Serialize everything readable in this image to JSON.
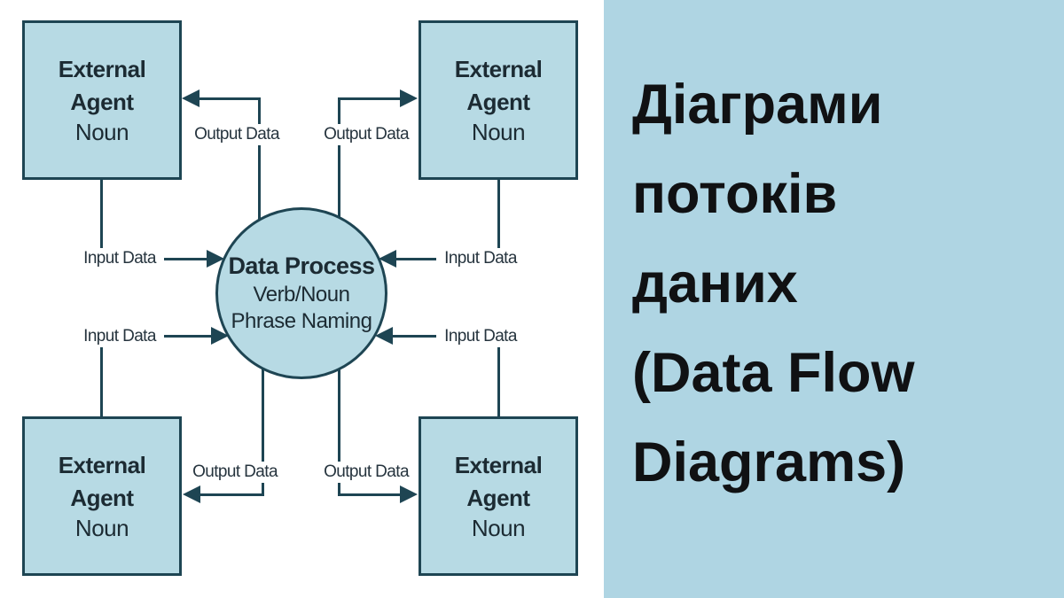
{
  "diagram": {
    "external_agents": [
      {
        "position": "top-left",
        "title": "External Agent",
        "subtitle": "Noun"
      },
      {
        "position": "top-right",
        "title": "External Agent",
        "subtitle": "Noun"
      },
      {
        "position": "bottom-left",
        "title": "External Agent",
        "subtitle": "Noun"
      },
      {
        "position": "bottom-right",
        "title": "External Agent",
        "subtitle": "Noun"
      }
    ],
    "process": {
      "title": "Data Process",
      "subtitle1": "Verb/Noun",
      "subtitle2": "Phrase Naming"
    },
    "flows": {
      "output_top_left": "Output Data",
      "output_top_right": "Output Data",
      "input_left_1": "Input Data",
      "input_left_2": "Input Data",
      "input_right_1": "Input Data",
      "input_right_2": "Input Data",
      "output_bottom_left": "Output Data",
      "output_bottom_right": "Output Data"
    }
  },
  "sidebar": {
    "title_lines": [
      "Діаграми",
      "потоків",
      "даних",
      "(Data Flow",
      "Diagrams)"
    ]
  },
  "colors": {
    "panel_bg": "#afd5e3",
    "shape_fill": "#b7dae4",
    "stroke": "#1e4553",
    "diagram_text": "#1c2b33",
    "title_text": "#101113",
    "canvas_bg": "#ffffff"
  }
}
